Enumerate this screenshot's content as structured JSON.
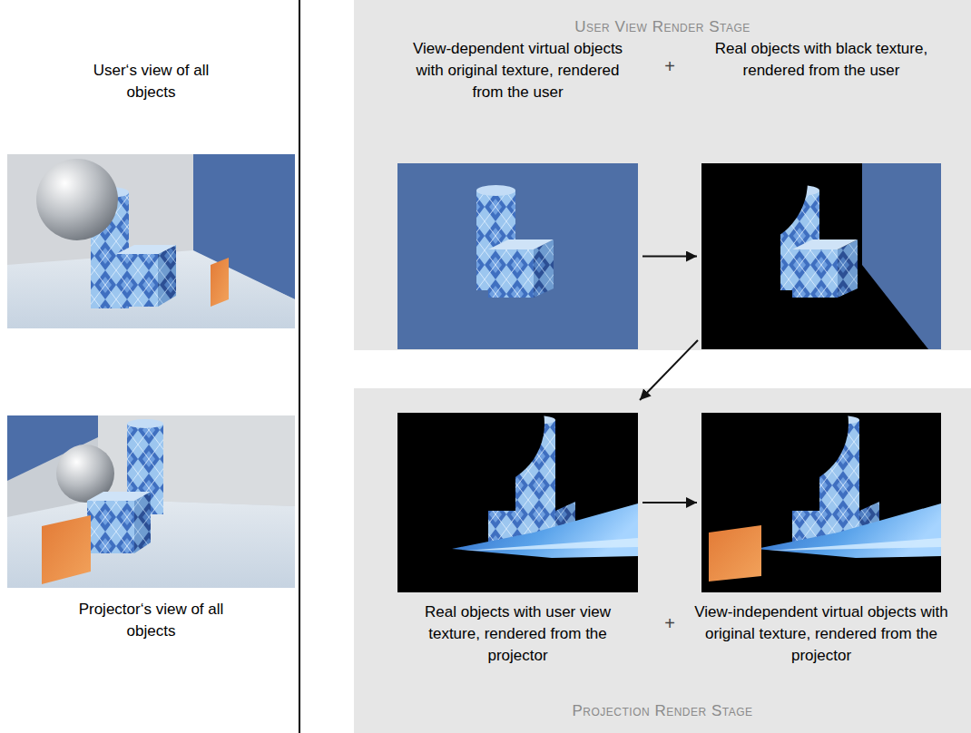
{
  "diagram": {
    "nodes": [
      {
        "text": [
          "User‘s view of all objects"
        ]
      },
      {
        "text": [
          "Projector‘s view of all objects"
        ]
      },
      {
        "text": [
          "User View Render Stage"
        ]
      },
      {
        "text": [
          "View-dependent virtual objects with original texture, rendered from the user"
        ],
        "in": 2
      },
      {
        "text": [
          "Real objects with black texture, rendered from the user"
        ],
        "in": 2
      },
      {
        "text": [
          "Projection Render Stage"
        ]
      },
      {
        "text": [
          "Real objects with user view texture, rendered from the projector"
        ],
        "in": 5
      },
      {
        "text": [
          "View-independent virtual objects with original texture, rendered from the projector"
        ],
        "in": 5
      }
    ],
    "edges": [
      {
        "from": 3,
        "to": 4,
        "arrow": "to"
      },
      {
        "from": 4,
        "to": 6,
        "arrow": "to"
      },
      {
        "from": 6,
        "to": 7,
        "arrow": "to"
      }
    ],
    "labels": [
      "+",
      "+"
    ]
  }
}
